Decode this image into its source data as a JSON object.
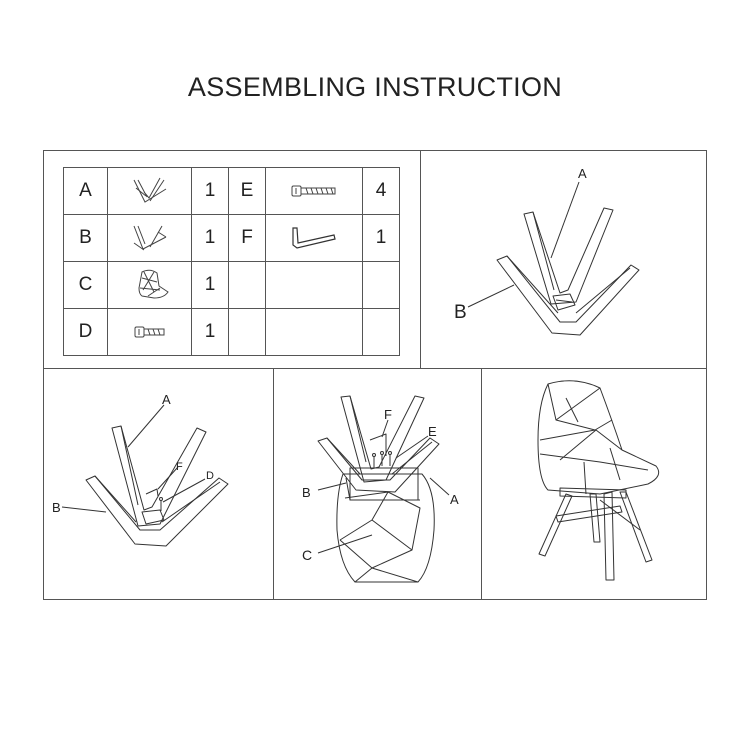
{
  "title": "ASSEMBLING INSTRUCTION",
  "parts_table": {
    "rows": [
      {
        "letter_left": "A",
        "icon_left": "leg-frame-a-icon",
        "qty_left": "1",
        "letter_right": "E",
        "icon_right": "bolt-long-icon",
        "qty_right": "4"
      },
      {
        "letter_left": "B",
        "icon_left": "leg-frame-b-icon",
        "qty_left": "1",
        "letter_right": "F",
        "icon_right": "allen-key-icon",
        "qty_right": "1"
      },
      {
        "letter_left": "C",
        "icon_left": "seat-shell-icon",
        "qty_left": "1",
        "letter_right": "",
        "icon_right": "",
        "qty_right": ""
      },
      {
        "letter_left": "D",
        "icon_left": "bolt-short-icon",
        "qty_left": "1",
        "letter_right": "",
        "icon_right": "",
        "qty_right": ""
      }
    ]
  },
  "step1": {
    "label_a": "A",
    "label_b": "B"
  },
  "step2": {
    "label_a": "A",
    "label_b": "B",
    "label_f": "F",
    "label_d": "D"
  },
  "step3": {
    "label_f": "F",
    "label_e": "E",
    "label_b": "B",
    "label_a": "A",
    "label_c": "C"
  }
}
